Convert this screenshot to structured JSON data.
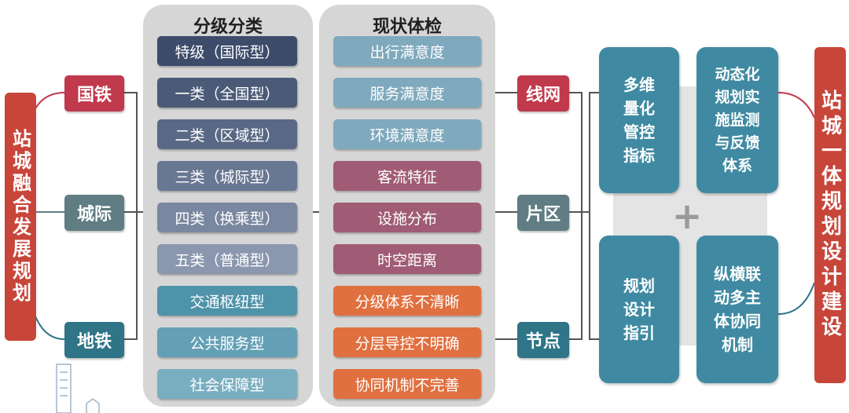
{
  "left_title": "站城融合发展规划",
  "right_title": "站城一体规划设计建设",
  "rail_types": [
    "国铁",
    "城际",
    "地铁"
  ],
  "classification": {
    "title": "分级分类",
    "items": [
      "特级（国际型）",
      "一类（全国型）",
      "二类（区域型）",
      "三类（城际型）",
      "四类（换乘型）",
      "五类（普通型）",
      "交通枢纽型",
      "公共服务型",
      "社会保障型"
    ]
  },
  "checkup": {
    "title": "现状体检",
    "items": [
      "出行满意度",
      "服务满意度",
      "环境满意度",
      "客流特征",
      "设施分布",
      "时空距离",
      "分级体系不清晰",
      "分层导控不明确",
      "协同机制不完善"
    ]
  },
  "scales": [
    "线网",
    "片区",
    "节点"
  ],
  "outcomes": {
    "plus": "+",
    "tiles": [
      "多维\n量化\n管控\n指标",
      "动态化\n规划实\n施监测\n与反馈\n体系",
      "规划\n设计\n指引",
      "纵横联\n动多主\n体协同\n机制"
    ]
  },
  "colors": {
    "red": "#c8453a",
    "crimson": "#c0394c",
    "slate": "#5f7d82",
    "teal": "#2f7487",
    "navy": "#3d4c6b",
    "lightblue": "#7fa9bd",
    "mauve": "#a05c75",
    "orange": "#e0703f",
    "tile": "#3f8aa2",
    "panel": "#d6d6d6"
  }
}
